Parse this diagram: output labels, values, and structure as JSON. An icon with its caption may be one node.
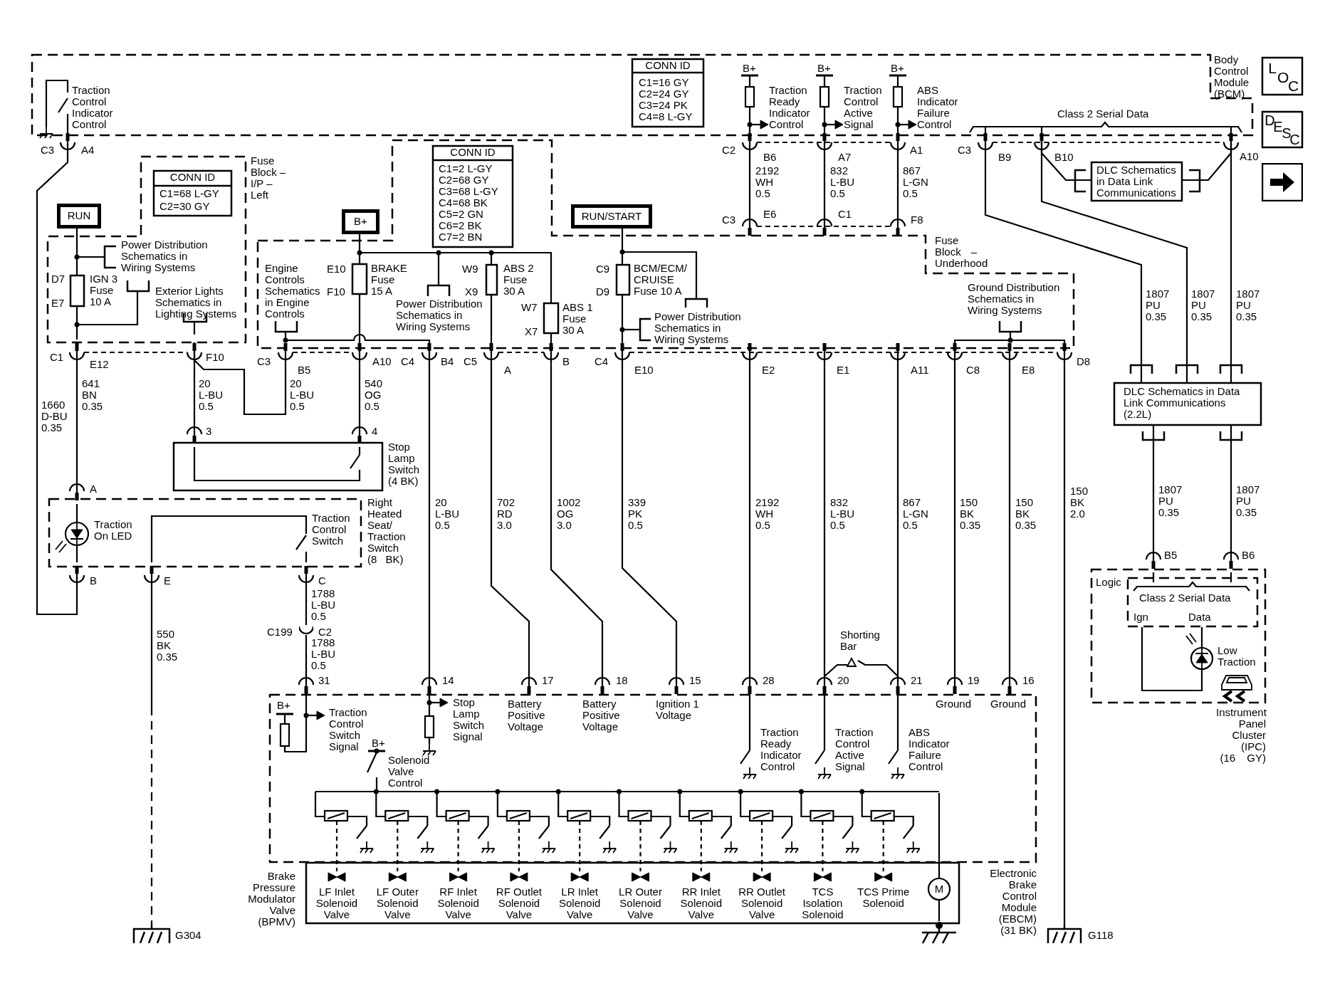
{
  "diagram": {
    "nodes": [
      {
        "text": [
          "Body Control Module (BCM)",
          "Traction Control Indicator Control",
          "Traction Ready Indicator Control",
          "Traction Control Active Signal",
          "ABS Indicator Failure Control",
          "Class 2 Serial Data"
        ]
      },
      {
        "text": [
          "CONN ID",
          "C1=16 GY",
          "C2=24 GY",
          "C3=24 PK",
          "C4=8 L-GY"
        ],
        "in": 0
      },
      {
        "text": [
          "L",
          "O",
          "C"
        ]
      },
      {
        "text": [
          "D",
          "E",
          "S",
          "C"
        ]
      },
      {
        "text": [
          "Fuse Block – I/P – Left"
        ]
      },
      {
        "text": [
          "CONN ID",
          "C1=68 L-GY",
          "C2=30 GY"
        ],
        "in": 4
      },
      {
        "text": [
          "RUN"
        ]
      },
      {
        "text": [
          "B+"
        ]
      },
      {
        "text": [
          "Fuse Block – Underhood"
        ]
      },
      {
        "text": [
          "CONN ID",
          "C1=2 L-GY",
          "C2=68 GY",
          "C3=68 L-GY",
          "C4=68 BK",
          "C5=2 GN",
          "C6=2 BK",
          "C7=2 BN"
        ],
        "in": 8
      },
      {
        "text": [
          "RUN/START"
        ]
      },
      {
        "text": [
          "Stop Lamp Switch (4 BK)"
        ]
      },
      {
        "text": [
          "Traction On LED",
          "Traction Control Switch",
          "Right Heated Seat/ Traction Switch (8 BK)"
        ]
      },
      {
        "text": [
          "Electronic Brake Control Module (EBCM) (31 BK)",
          "Traction Control Switch Signal",
          "Solenoid Valve Control",
          "Stop Lamp Switch Signal",
          "Battery Positive Voltage",
          "Battery Positive Voltage",
          "Ignition 1 Voltage",
          "Traction Ready Indicator Control",
          "Traction Control Active Signal",
          "ABS Indicator Failure Control",
          "Ground",
          "Ground"
        ]
      },
      {
        "text": [
          "Brake Pressure Modulator Valve (BPMV)",
          "LF Inlet Solenoid Valve",
          "LF Outer Solenoid Valve",
          "RF Inlet Solenoid Valve",
          "RF Outlet Solenoid Valve",
          "LR Inlet Solenoid Valve",
          "LR Outer Solenoid Valve",
          "RR Inlet Solenoid Valve",
          "RR Outlet Solenoid Valve",
          "TCS Isolation Solenoid",
          "TCS Prime Solenoid"
        ],
        "in": 13
      },
      {
        "text": [
          "DLC Schematics in Data Link Communications"
        ]
      },
      {
        "text": [
          "DLC Schematics in Data Link Communications (2.2L)"
        ]
      },
      {
        "text": [
          "Low Traction",
          "Instrument Panel Cluster (IPC) (16 GY)"
        ]
      },
      {
        "text": [
          "Logic",
          "Class 2 Serial Data",
          "Ign",
          "Data"
        ],
        "in": 17
      },
      {
        "text": [],
        "shape": "ground",
        "beside": [
          "G304"
        ]
      },
      {
        "text": [],
        "shape": "ground",
        "beside": [
          "G118"
        ]
      },
      {
        "text": [],
        "shape": "connector"
      },
      {
        "text": [
          "M"
        ],
        "in": 14
      },
      {
        "text": [],
        "shape": "box"
      },
      {
        "text": [],
        "shape": "bar",
        "in": 13
      },
      {
        "text": [],
        "shape": "ground"
      }
    ],
    "edges": [
      {
        "from": 0,
        "to": 12,
        "arrow": "none",
        "label": "1660 D-BU 0.35"
      },
      {
        "from": 4,
        "to": 12,
        "arrow": "none",
        "label": "641 BN 0.35"
      },
      {
        "from": 4,
        "to": 11,
        "arrow": "none",
        "label": "20 L-BU 0.5"
      },
      {
        "from": 8,
        "to": 4,
        "arrow": "none",
        "label": "20 L-BU 0.5"
      },
      {
        "from": 8,
        "to": 11,
        "arrow": "none",
        "label": "540 OG 0.5"
      },
      {
        "from": 8,
        "to": 13,
        "arrow": "none",
        "label": "20 L-BU 0.5"
      },
      {
        "from": 8,
        "to": 13,
        "arrow": "none",
        "label": "702 RD 3.0"
      },
      {
        "from": 8,
        "to": 13,
        "arrow": "none",
        "label": "1002 OG 3.0"
      },
      {
        "from": 8,
        "to": 13,
        "arrow": "none",
        "label": "339 PK 0.5"
      },
      {
        "from": 0,
        "to": 8,
        "arrow": "none",
        "label": "2192 WH 0.5"
      },
      {
        "from": 0,
        "to": 8,
        "arrow": "none",
        "label": "832 L-BU 0.5"
      },
      {
        "from": 0,
        "to": 8,
        "arrow": "none",
        "label": "867 L-GN 0.5"
      },
      {
        "from": 8,
        "to": 13,
        "arrow": "none",
        "label": "2192 WH 0.5"
      },
      {
        "from": 8,
        "to": 13,
        "arrow": "none",
        "label": "832 L-BU 0.5"
      },
      {
        "from": 8,
        "to": 13,
        "arrow": "none",
        "label": "867 L-GN 0.5"
      },
      {
        "from": 8,
        "to": 13,
        "arrow": "none",
        "label": "150 BK 0.35"
      },
      {
        "from": 8,
        "to": 13,
        "arrow": "none",
        "label": "150 BK 0.35"
      },
      {
        "from": 8,
        "to": 20,
        "arrow": "none",
        "label": "150 BK 2.0"
      },
      {
        "from": 0,
        "to": 15,
        "arrow": "none"
      },
      {
        "from": 0,
        "to": 15,
        "arrow": "none"
      },
      {
        "from": 0,
        "to": 16,
        "arrow": "none",
        "label": "1807 PU 0.35"
      },
      {
        "from": 0,
        "to": 16,
        "arrow": "none",
        "label": "1807 PU 0.35"
      },
      {
        "from": 0,
        "to": 16,
        "arrow": "none",
        "label": "1807 PU 0.35"
      },
      {
        "from": 16,
        "to": 17,
        "arrow": "none",
        "label": "1807 PU 0.35"
      },
      {
        "from": 16,
        "to": 17,
        "arrow": "none",
        "label": "1807 PU 0.35"
      },
      {
        "from": 12,
        "to": 19,
        "arrow": "none",
        "label": "550 BK 0.35",
        "style": "dashed"
      },
      {
        "from": 12,
        "to": 21,
        "arrow": "none",
        "label": "1788 L-BU 0.5"
      },
      {
        "from": 21,
        "to": 13,
        "arrow": "none",
        "label": "1788 L-BU 0.5"
      },
      {
        "from": 6,
        "to": 4,
        "arrow": "none"
      },
      {
        "from": 7,
        "to": 8,
        "arrow": "none"
      },
      {
        "from": 10,
        "to": 8,
        "arrow": "none"
      },
      {
        "from": 24,
        "to": 22,
        "arrow": "none"
      },
      {
        "from": 22,
        "to": 25,
        "arrow": "none"
      }
    ],
    "labels": [
      "B+",
      "B+",
      "B+",
      "C3",
      "A4",
      "C2",
      "B6",
      "A7",
      "A1",
      "C3",
      "B9",
      "B10",
      "A10",
      "C3",
      "E6",
      "C1",
      "F8",
      "Power Distribution Schematics in Wiring Systems",
      "D7",
      "IGN 3 Fuse 10 A",
      "E7",
      "Exterior Lights Schematics in Lighting Systems",
      "Engine Controls Schematics in Engine Controls",
      "E10",
      "BRAKE Fuse 15 A",
      "F10",
      "Power Distribution Schematics in Wiring Systems",
      "W9",
      "ABS 2 Fuse 30 A",
      "X9",
      "W7",
      "ABS 1 Fuse 30 A",
      "X7",
      "C9",
      "BCM/ECM/ CRUISE Fuse 10 A",
      "D9",
      "Power Distribution Schematics in Wiring Systems",
      "Ground Distribution Schematics in Wiring Systems",
      "C1",
      "E12",
      "F10",
      "C3",
      "B5",
      "A10",
      "C4",
      "B4",
      "C5",
      "A",
      "B",
      "C4",
      "E10",
      "E2",
      "E1",
      "A11",
      "C8",
      "E8",
      "D8",
      "3",
      "4",
      "A",
      "B",
      "E",
      "C",
      "C199",
      "C2",
      "Shorting Bar",
      "31",
      "14",
      "17",
      "18",
      "15",
      "28",
      "20",
      "21",
      "19",
      "16",
      "B+",
      "B+",
      "B5",
      "B6"
    ]
  }
}
